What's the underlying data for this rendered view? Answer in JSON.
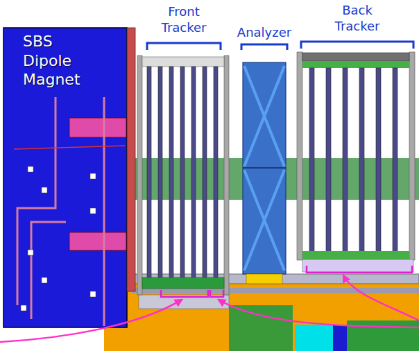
{
  "diagram": {
    "nodes": [
      {
        "text": [
          "SBS Dipole Magnet"
        ]
      }
    ],
    "labels": [
      "Front Tracker",
      "Analyzer",
      "Back Tracker"
    ]
  }
}
